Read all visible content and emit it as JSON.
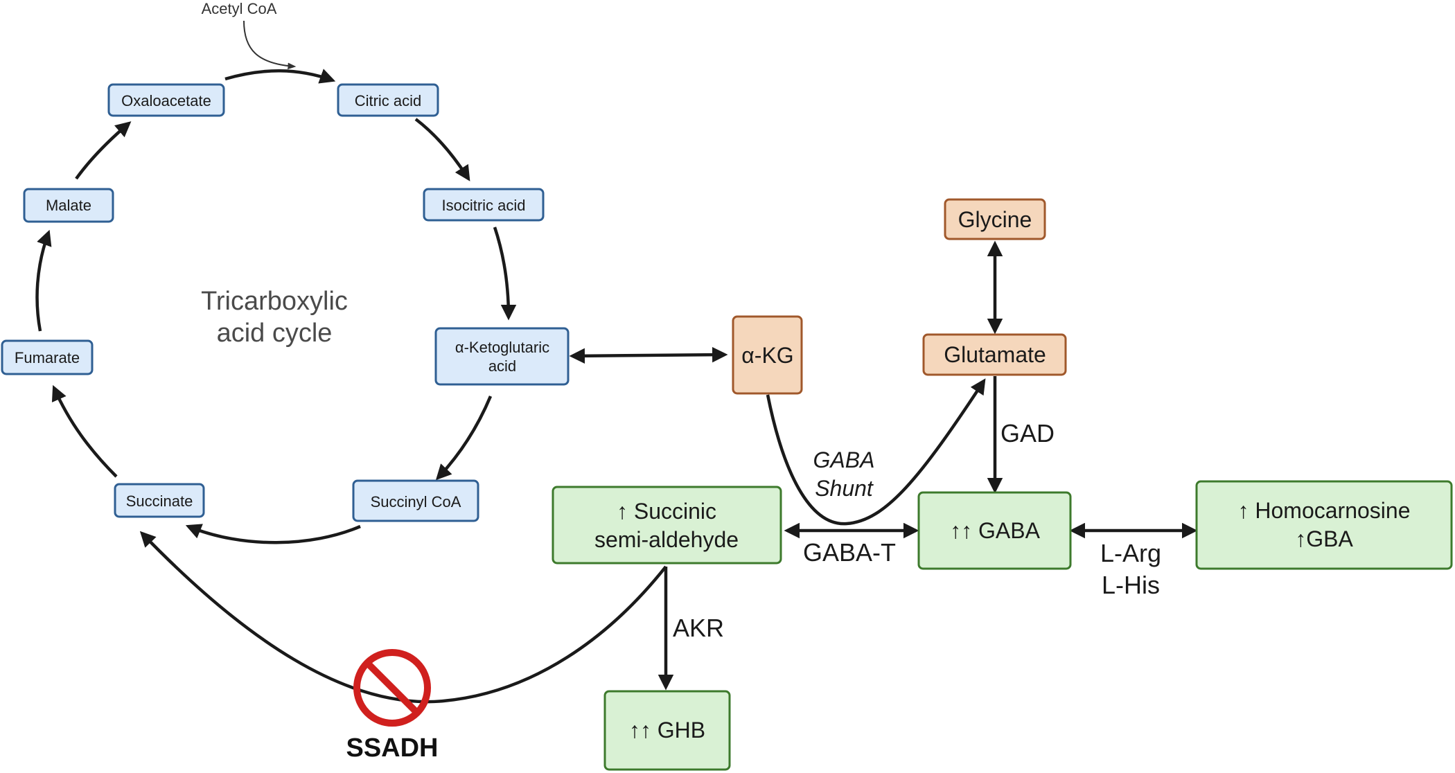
{
  "acetyl_coa": "Acetyl CoA",
  "cycle": {
    "title_line1": "Tricarboxylic",
    "title_line2": "acid cycle",
    "oxaloacetate": "Oxaloacetate",
    "citric_acid": "Citric acid",
    "isocitric_acid": "Isocitric acid",
    "aketo_line1": "α-Ketoglutaric",
    "aketo_line2": "acid",
    "succinyl_coa": "Succinyl CoA",
    "succinate": "Succinate",
    "fumarate": "Fumarate",
    "malate": "Malate"
  },
  "nodes": {
    "akg": "α-KG",
    "glycine": "Glycine",
    "glutamate": "Glutamate",
    "gaba": "↑↑  GABA",
    "ssa_line1": "↑ Succinic",
    "ssa_line2": "semi-aldehyde",
    "ghb": "↑↑  GHB",
    "homo_line1": "↑ Homocarnosine",
    "homo_line2": "↑GBA"
  },
  "labels": {
    "gad": "GAD",
    "gaba_t": "GABA-T",
    "akr": "AKR",
    "l_arg": "L-Arg",
    "l_his": "L-His",
    "shunt_line1": "GABA",
    "shunt_line2": "Shunt",
    "ssadh": "SSADH"
  },
  "colors": {
    "tca_fill": "#dbeafa",
    "tca_stroke": "#2f5f93",
    "tan_fill": "#f5d7bc",
    "tan_stroke": "#a0582b",
    "green_fill": "#d9f1d4",
    "green_stroke": "#3d7a2c",
    "inhibit_red": "#d0201e"
  },
  "icons": {
    "ssadh_block": "prohibition-icon"
  }
}
